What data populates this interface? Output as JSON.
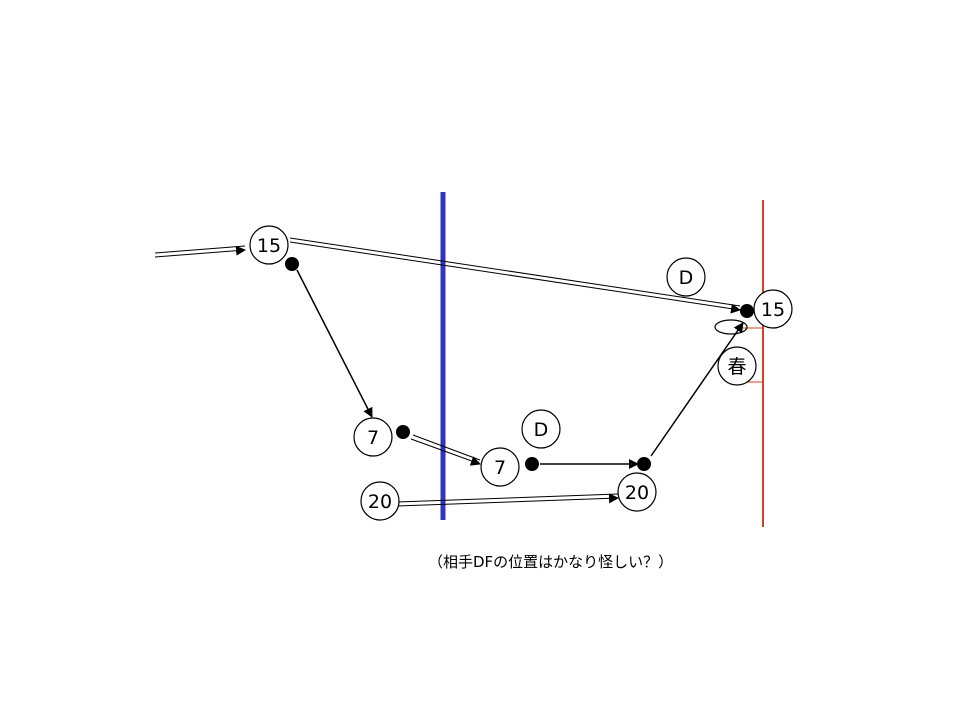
{
  "players": {
    "p15_start": "15",
    "p15_end": "15",
    "p7_a": "7",
    "p7_b": "7",
    "p20_a": "20",
    "p20_b": "20",
    "spring": "春"
  },
  "defenders": {
    "d1": "D",
    "d2": "D"
  },
  "caption": "（相手DFの位置はかなり怪しい？）",
  "colors": {
    "blue_line": "#3333bb",
    "red_line": "#cc4422"
  }
}
